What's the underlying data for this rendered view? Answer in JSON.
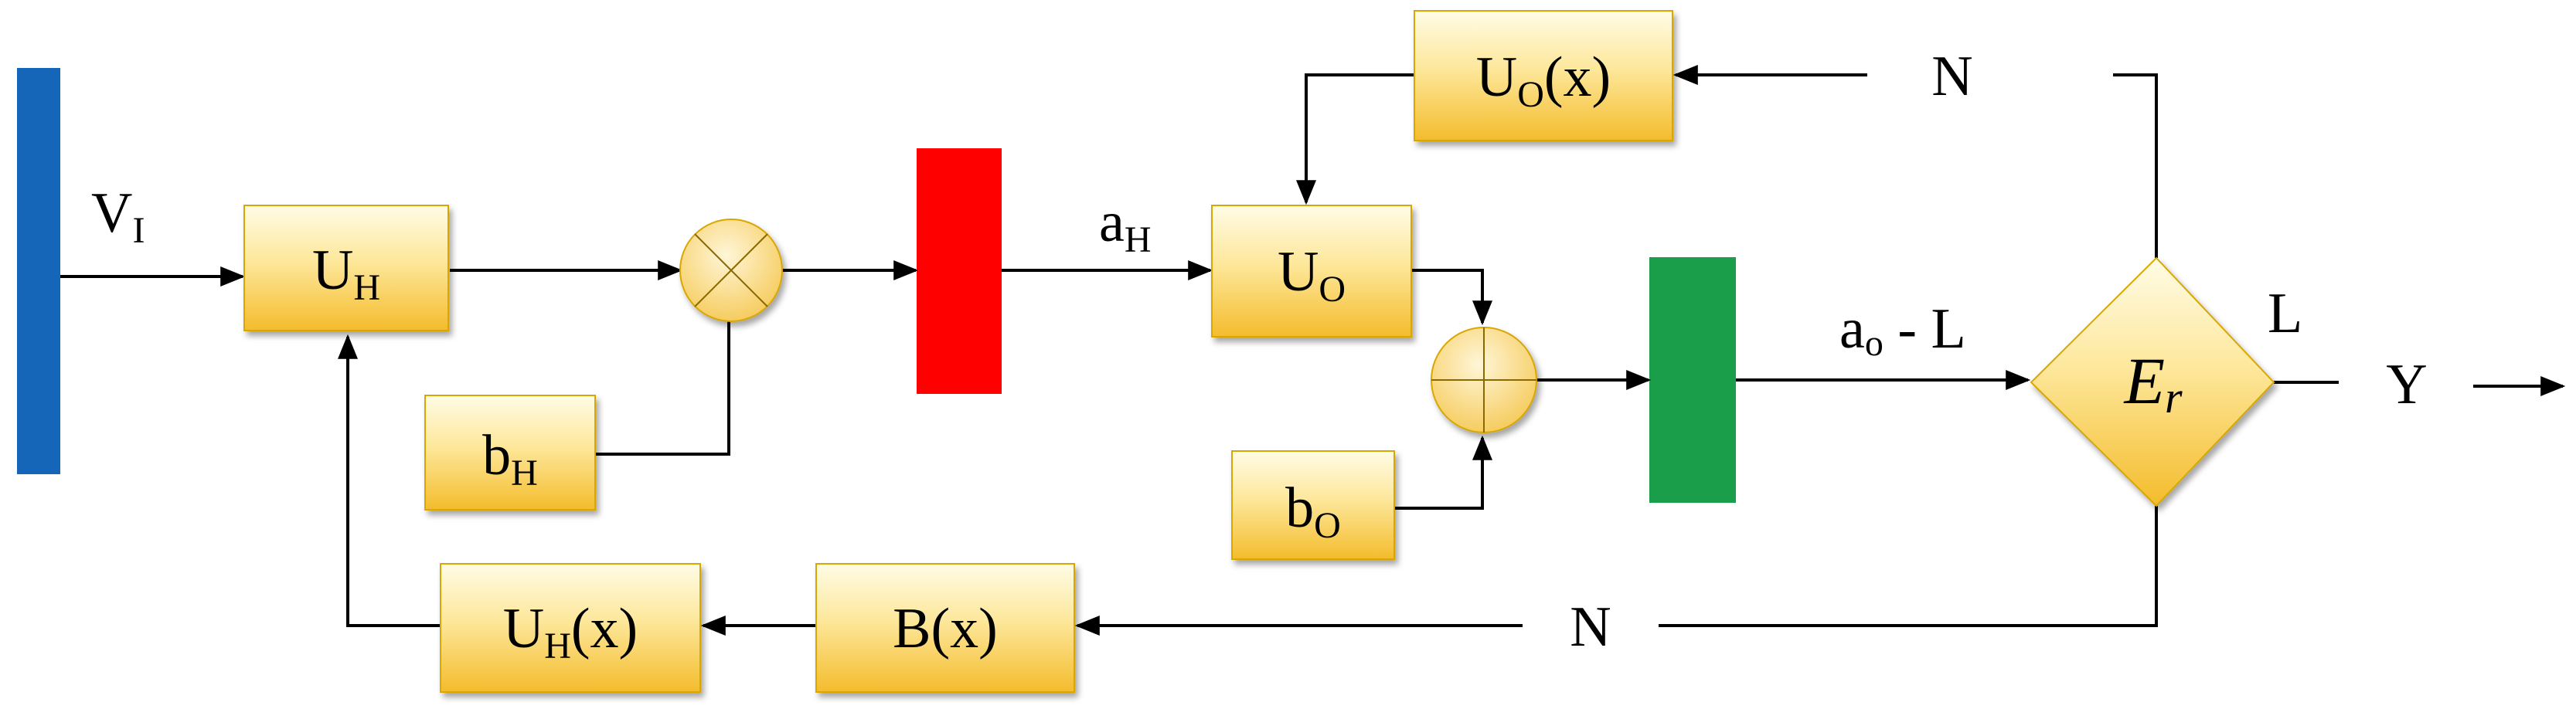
{
  "blocks": {
    "uh": {
      "main": "U",
      "sub": "H"
    },
    "bh": {
      "main": "b",
      "sub": "H"
    },
    "uo": {
      "main": "U",
      "sub": "O"
    },
    "uox": {
      "main": "U",
      "sub": "O",
      "tail": "(x)"
    },
    "bo": {
      "main": "b",
      "sub": "O"
    },
    "uhx": {
      "main": "U",
      "sub": "H",
      "tail": "(x)"
    },
    "bx": {
      "main": "B(x)"
    },
    "er": {
      "main": "E",
      "sub": "r"
    }
  },
  "labels": {
    "vi": {
      "main": "V",
      "sub": "I"
    },
    "ah": {
      "main": "a",
      "sub": "H"
    },
    "ao_l": {
      "main": "a",
      "sub": "o",
      "tail": " - L"
    },
    "l": "L",
    "y": "Y",
    "n_top": "N",
    "n_bottom": "N"
  },
  "colors": {
    "input_layer": "#1565b8",
    "hidden_layer": "#ff0000",
    "output_layer": "#1a9e4a",
    "box_fill_top": "#fffce6",
    "box_fill_bottom": "#f4bc2c",
    "operator_fill": "#fbdc8c"
  }
}
